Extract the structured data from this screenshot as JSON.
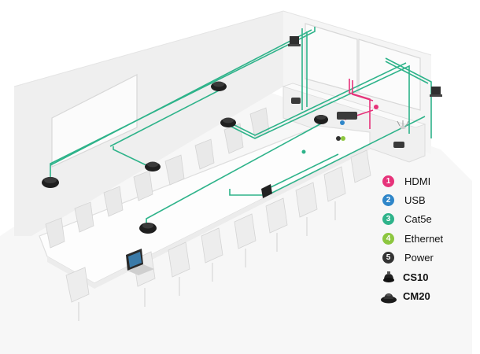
{
  "legend": {
    "cables": [
      {
        "num": "1",
        "label": "HDMI",
        "color": "#e6337a"
      },
      {
        "num": "2",
        "label": "USB",
        "color": "#2f86c9"
      },
      {
        "num": "3",
        "label": "Cat5e",
        "color": "#2eb38a"
      },
      {
        "num": "4",
        "label": "Ethernet",
        "color": "#8cc63f"
      },
      {
        "num": "5",
        "label": "Power",
        "color": "#333333"
      }
    ],
    "devices": [
      {
        "icon": "cs10-speakerphone-icon",
        "label": "CS10"
      },
      {
        "icon": "cm20-microphone-icon",
        "label": "CM20"
      }
    ]
  },
  "colors": {
    "cat5e_line": "#2eb38a",
    "hdmi_line": "#e6337a",
    "wall": "#f3f3f3",
    "floor": "#fafafa"
  }
}
